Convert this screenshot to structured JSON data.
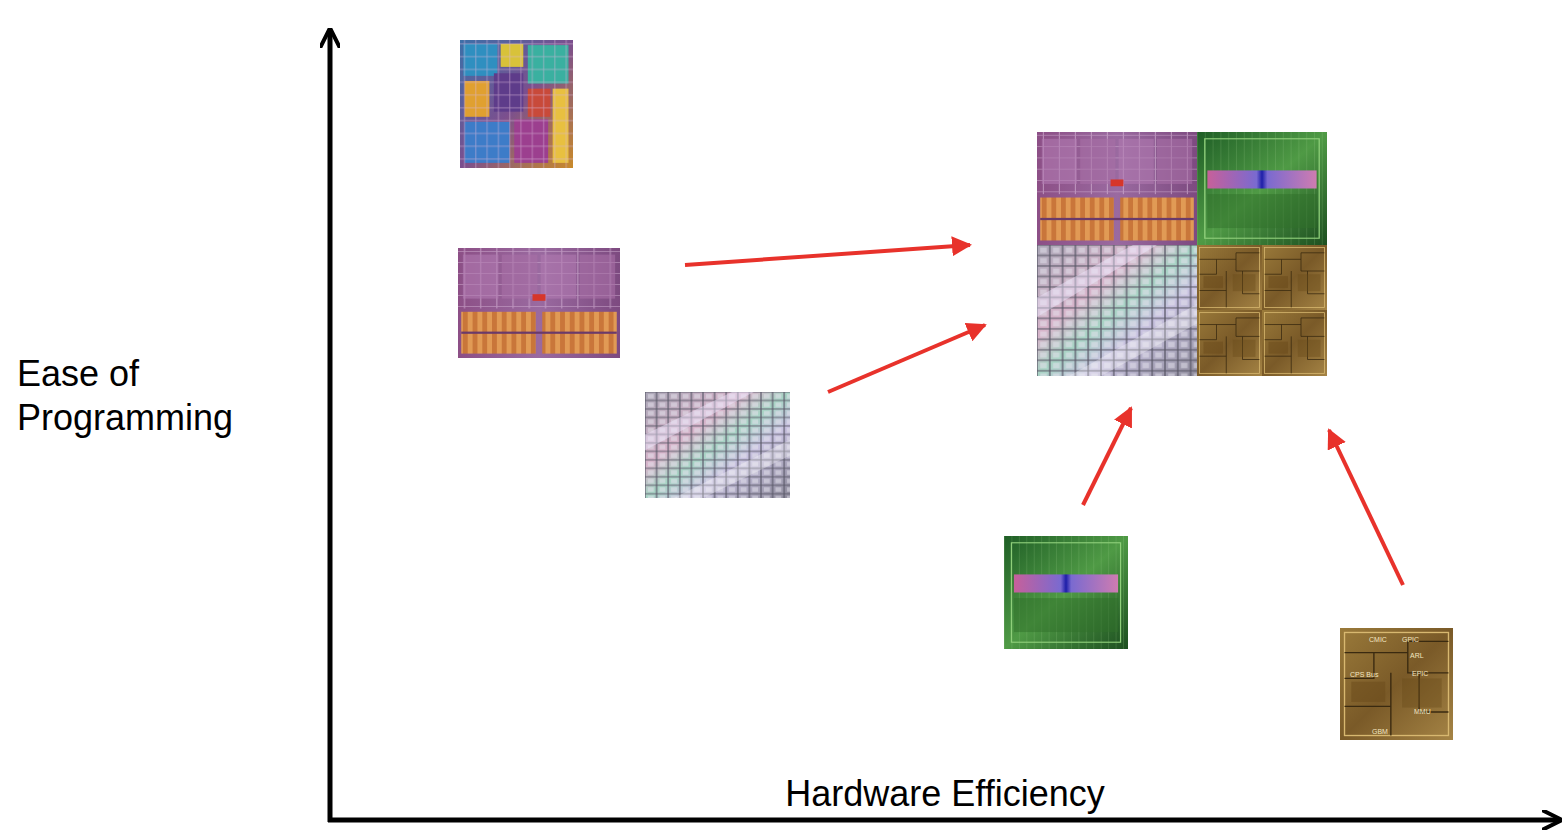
{
  "diagram": {
    "labels": [
      "Ease of Programming",
      "Hardware Efficiency",
      "CMIC",
      "GPIC",
      "ARL",
      "CPS Bus",
      "EPIC",
      "MMU",
      "GBM"
    ]
  }
}
